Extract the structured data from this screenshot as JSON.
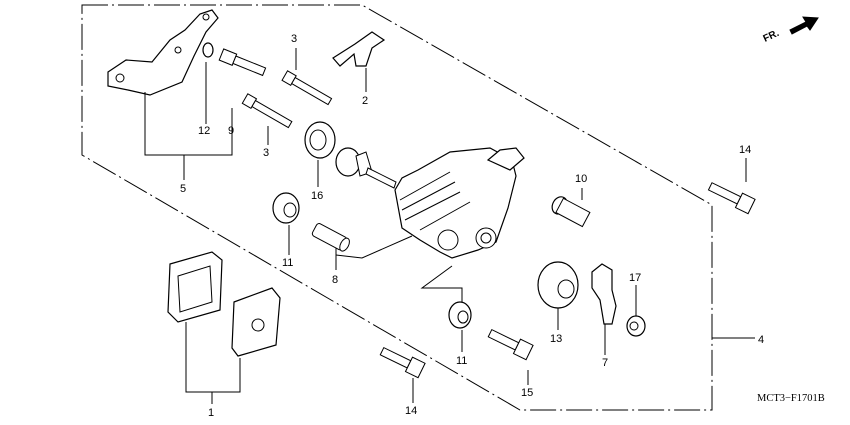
{
  "callouts": {
    "c1": "1",
    "c2": "2",
    "c3a": "3",
    "c3b": "3",
    "c4": "4",
    "c5": "5",
    "c7": "7",
    "c8": "8",
    "c9": "9",
    "c10": "10",
    "c11a": "11",
    "c11b": "11",
    "c12": "12",
    "c13": "13",
    "c14a": "14",
    "c14b": "14",
    "c15": "15",
    "c16": "16",
    "c17": "17"
  },
  "direction_label": "FR.",
  "diagram_code": "MCT3−F1701B",
  "icons": {
    "direction": "forward-arrow-icon"
  }
}
